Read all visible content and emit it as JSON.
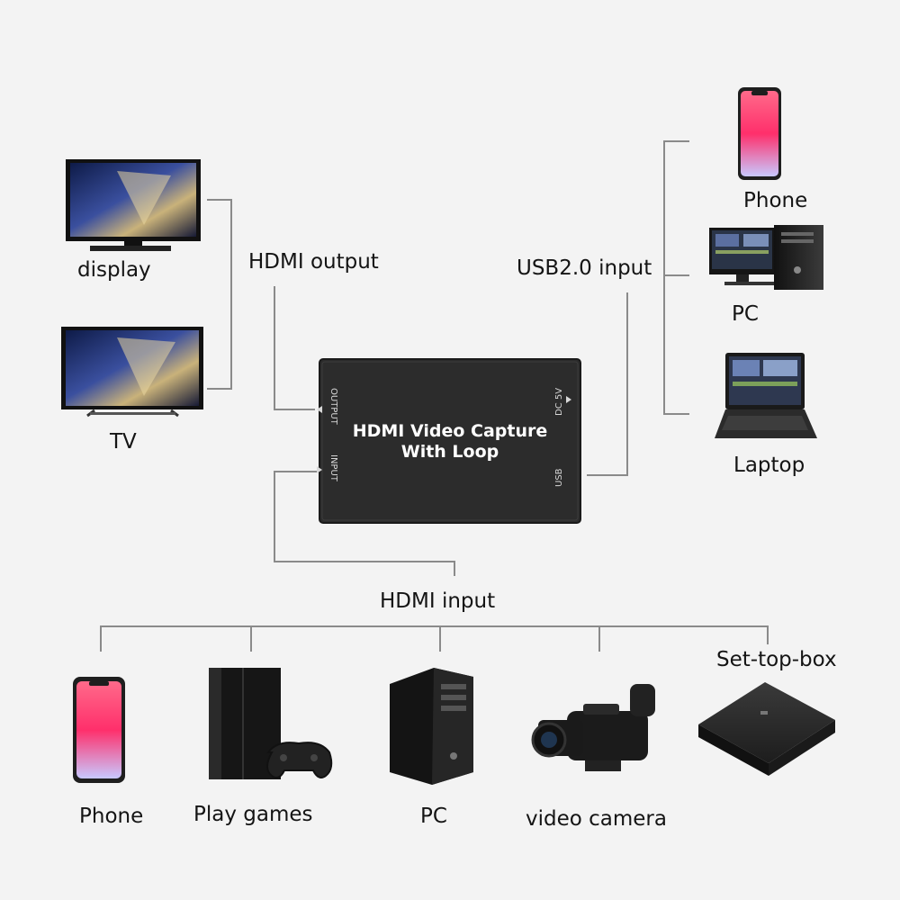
{
  "device": {
    "title_line1": "HDMI Video Capture",
    "title_line2": "With Loop",
    "port_output": "OUTPUT",
    "port_input": "INPUT",
    "port_dc": "DC 5V",
    "port_usb": "USB"
  },
  "groups": {
    "hdmi_output": "HDMI output",
    "usb_input": "USB2.0 input",
    "hdmi_input": "HDMI input"
  },
  "outputs": {
    "display": "display",
    "tv": "TV"
  },
  "usb_sources": {
    "phone": "Phone",
    "pc": "PC",
    "laptop": "Laptop"
  },
  "hdmi_sources": {
    "phone": "Phone",
    "games": "Play games",
    "pc": "PC",
    "camera": "video camera",
    "settop": "Set-top-box"
  },
  "colors": {
    "connector_line": "#8a8a8a",
    "device_body": "#2c2c2c",
    "background": "#f3f3f3"
  }
}
